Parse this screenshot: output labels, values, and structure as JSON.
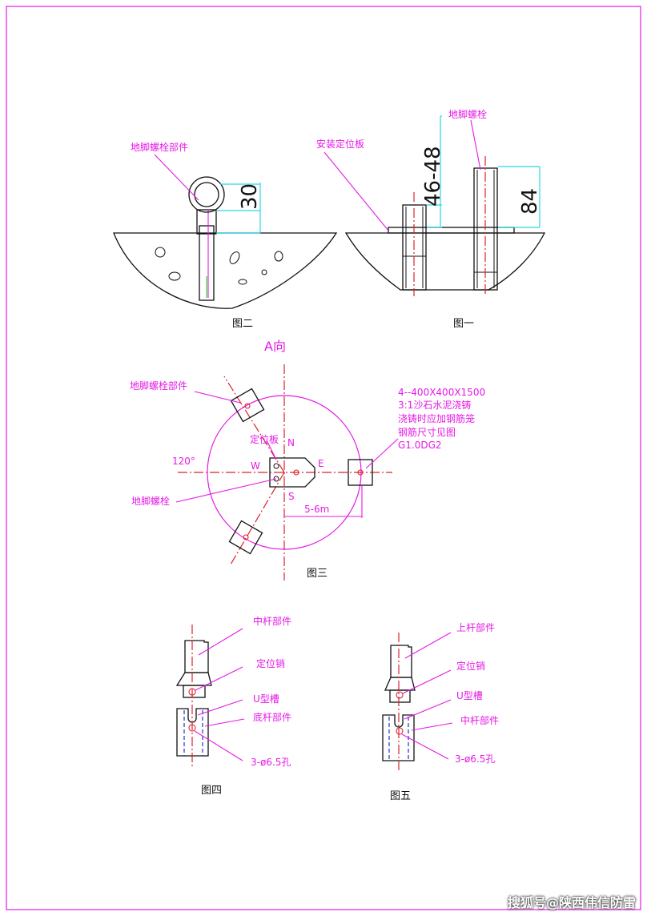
{
  "fig1": {
    "caption": "图一",
    "install_plate_label": "安装定位板",
    "anchor_bolt_label": "地脚螺栓",
    "dim_height": "46-48",
    "dim_bolt": "84"
  },
  "fig2": {
    "caption": "图二",
    "anchor_part_label": "地脚螺栓部件",
    "dim_ring": "30"
  },
  "fig3": {
    "caption": "图三",
    "title": "A向",
    "anchor_part_label": "地脚螺栓部件",
    "plate_label": "定位板",
    "anchor_bolt_label": "地脚螺栓",
    "angle": "120°",
    "north": "N",
    "south": "S",
    "east": "E",
    "west": "W",
    "distance": "5-6m",
    "spec_lines": [
      "4--400X400X1500",
      "3:1沙石水泥浇铸",
      "浇铸时应加钢筋笼",
      "钢筋尺寸见图",
      "G1.0DG2"
    ]
  },
  "fig4": {
    "caption": "图四",
    "mid_pole_label": "中杆部件",
    "pin_label": "定位销",
    "u_slot_label": "U型槽",
    "base_pole_label": "底杆部件",
    "holes_label": "3-ø6.5孔"
  },
  "fig5": {
    "caption": "图五",
    "upper_pole_label": "上杆部件",
    "pin_label": "定位销",
    "u_slot_label": "U型槽",
    "mid_pole_label": "中杆部件",
    "holes_label": "3-ø6.5孔"
  },
  "watermark": "搜狐号@陕西伟信防雷",
  "colors": {
    "annotation": "#e619e6",
    "centerline": "#d8242b",
    "dimension": "#27d8e6",
    "hidden": "#2233cc",
    "border": "#e619e6"
  }
}
